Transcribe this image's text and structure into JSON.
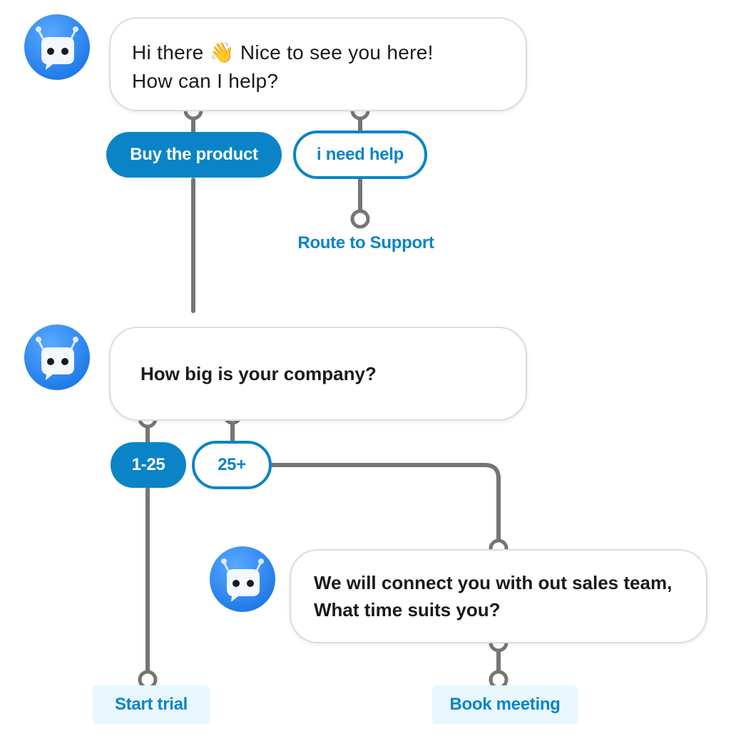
{
  "greeting": {
    "line1_before": "Hi there",
    "wave_emoji": "👋",
    "line1_after": "Nice to see you here!",
    "line2": "How can I help?"
  },
  "greeting_options": {
    "buy": "Buy the product",
    "help": "i need help"
  },
  "help_outcome": "Route to Support",
  "company_question": "How big is your company?",
  "size_options": {
    "small": "1-25",
    "large": "25+"
  },
  "sales_message": {
    "line1": "We will connect you with out sales team,",
    "line2": "What time suits you?"
  },
  "outcomes": {
    "trial": "Start trial",
    "meeting": "Book meeting"
  },
  "colors": {
    "accent": "#0a84c6",
    "connector": "#757575",
    "bubble_border": "#dcdcdc",
    "outcome_bg": "#e8f7fd",
    "avatar_blue": "#2f8df0"
  },
  "icons": {
    "avatar": "chat-bot-avatar-icon"
  }
}
